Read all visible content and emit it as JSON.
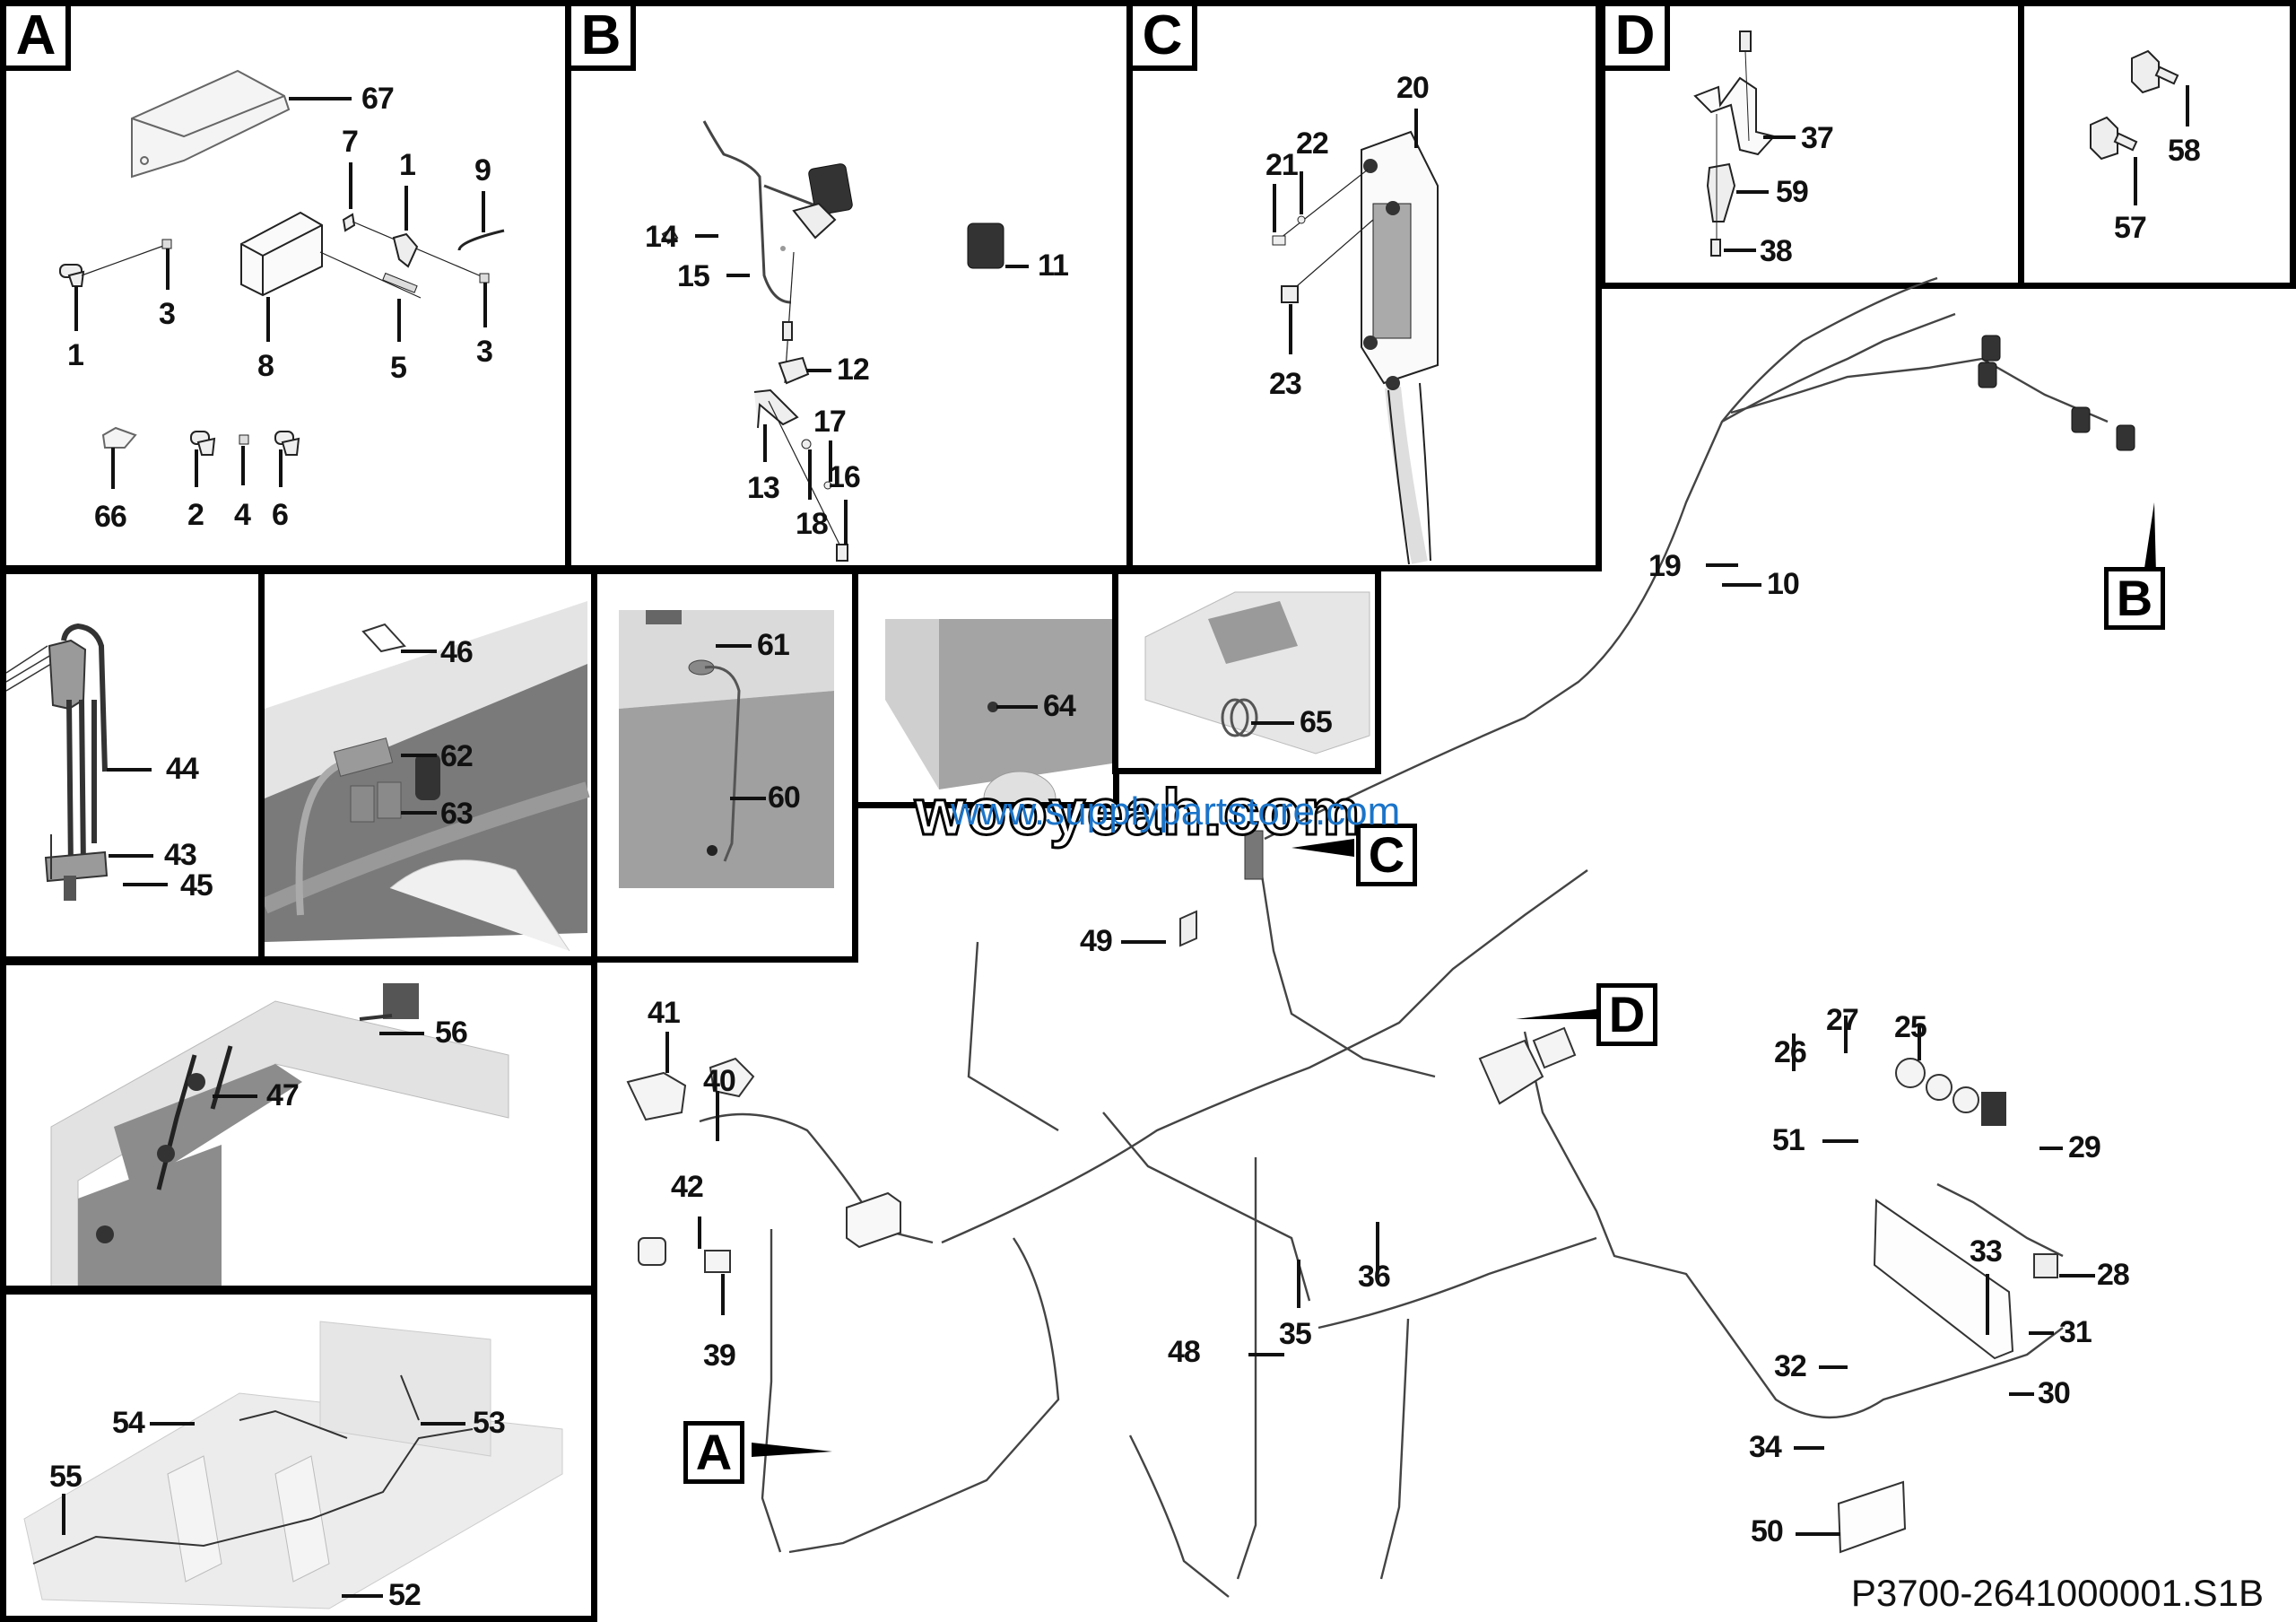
{
  "drawing_number": "P3700-2641000001.S1B",
  "watermark": {
    "text": "wooyeah.com",
    "overlay_url": "www.supplypartstore.com",
    "overlay_color": "#1b74c9"
  },
  "detail_refs": {
    "A": "A",
    "B": "B",
    "C": "C",
    "D": "D"
  },
  "panels": {
    "detail_a": {
      "letter": "A",
      "callouts": [
        "67",
        "7",
        "1",
        "9",
        "3",
        "1",
        "8",
        "5",
        "3",
        "66",
        "2",
        "4",
        "6"
      ]
    },
    "detail_b": {
      "letter": "B",
      "callouts": [
        "14",
        "15",
        "11",
        "12",
        "17",
        "13",
        "18",
        "16"
      ]
    },
    "detail_c": {
      "letter": "C",
      "callouts": [
        "20",
        "21",
        "22",
        "23"
      ]
    },
    "detail_d": {
      "letter": "D",
      "callouts": [
        "37",
        "59",
        "38"
      ]
    },
    "detail_57_58": {
      "callouts": [
        "58",
        "57"
      ]
    },
    "detail_43_45": {
      "callouts": [
        "44",
        "43",
        "45"
      ]
    },
    "detail_46_63": {
      "callouts": [
        "46",
        "62",
        "63"
      ]
    },
    "detail_60_61": {
      "callouts": [
        "61",
        "60"
      ]
    },
    "detail_64": {
      "callouts": [
        "64"
      ]
    },
    "detail_65": {
      "callouts": [
        "65"
      ]
    },
    "detail_47_56": {
      "callouts": [
        "56",
        "47"
      ]
    },
    "detail_52_55": {
      "callouts": [
        "54",
        "53",
        "55",
        "52"
      ]
    }
  },
  "main_assembly": {
    "callouts": [
      "19",
      "10",
      "49",
      "41",
      "40",
      "42",
      "39",
      "36",
      "35",
      "48",
      "26",
      "27",
      "25",
      "51",
      "29",
      "33",
      "28",
      "31",
      "32",
      "30",
      "34",
      "50"
    ]
  }
}
